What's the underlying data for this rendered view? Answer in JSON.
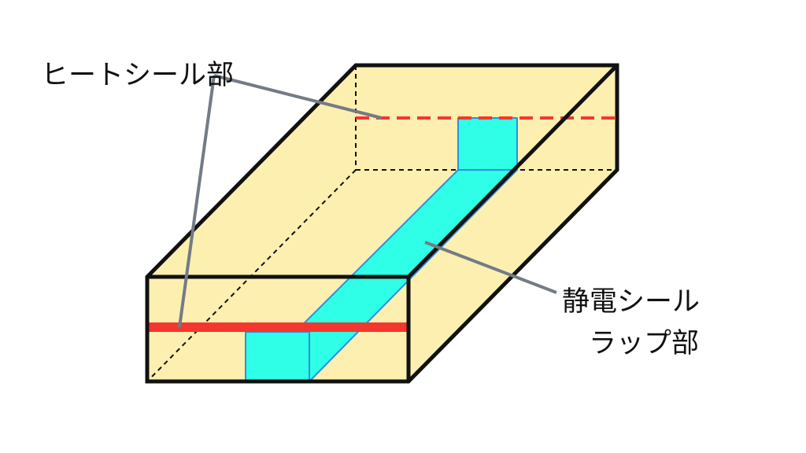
{
  "labels": {
    "heat_seal": "ヒートシール部",
    "static_seal_line1": "静電シール",
    "static_seal_line2": "ラップ部"
  },
  "colors": {
    "box_fill": "#FCEFB0",
    "box_stroke": "#111111",
    "seal_red": "#F4372E",
    "wrap_cyan": "#2FFFE6",
    "wrap_stroke": "#2E8FE0",
    "leader_gray": "#737B86"
  }
}
